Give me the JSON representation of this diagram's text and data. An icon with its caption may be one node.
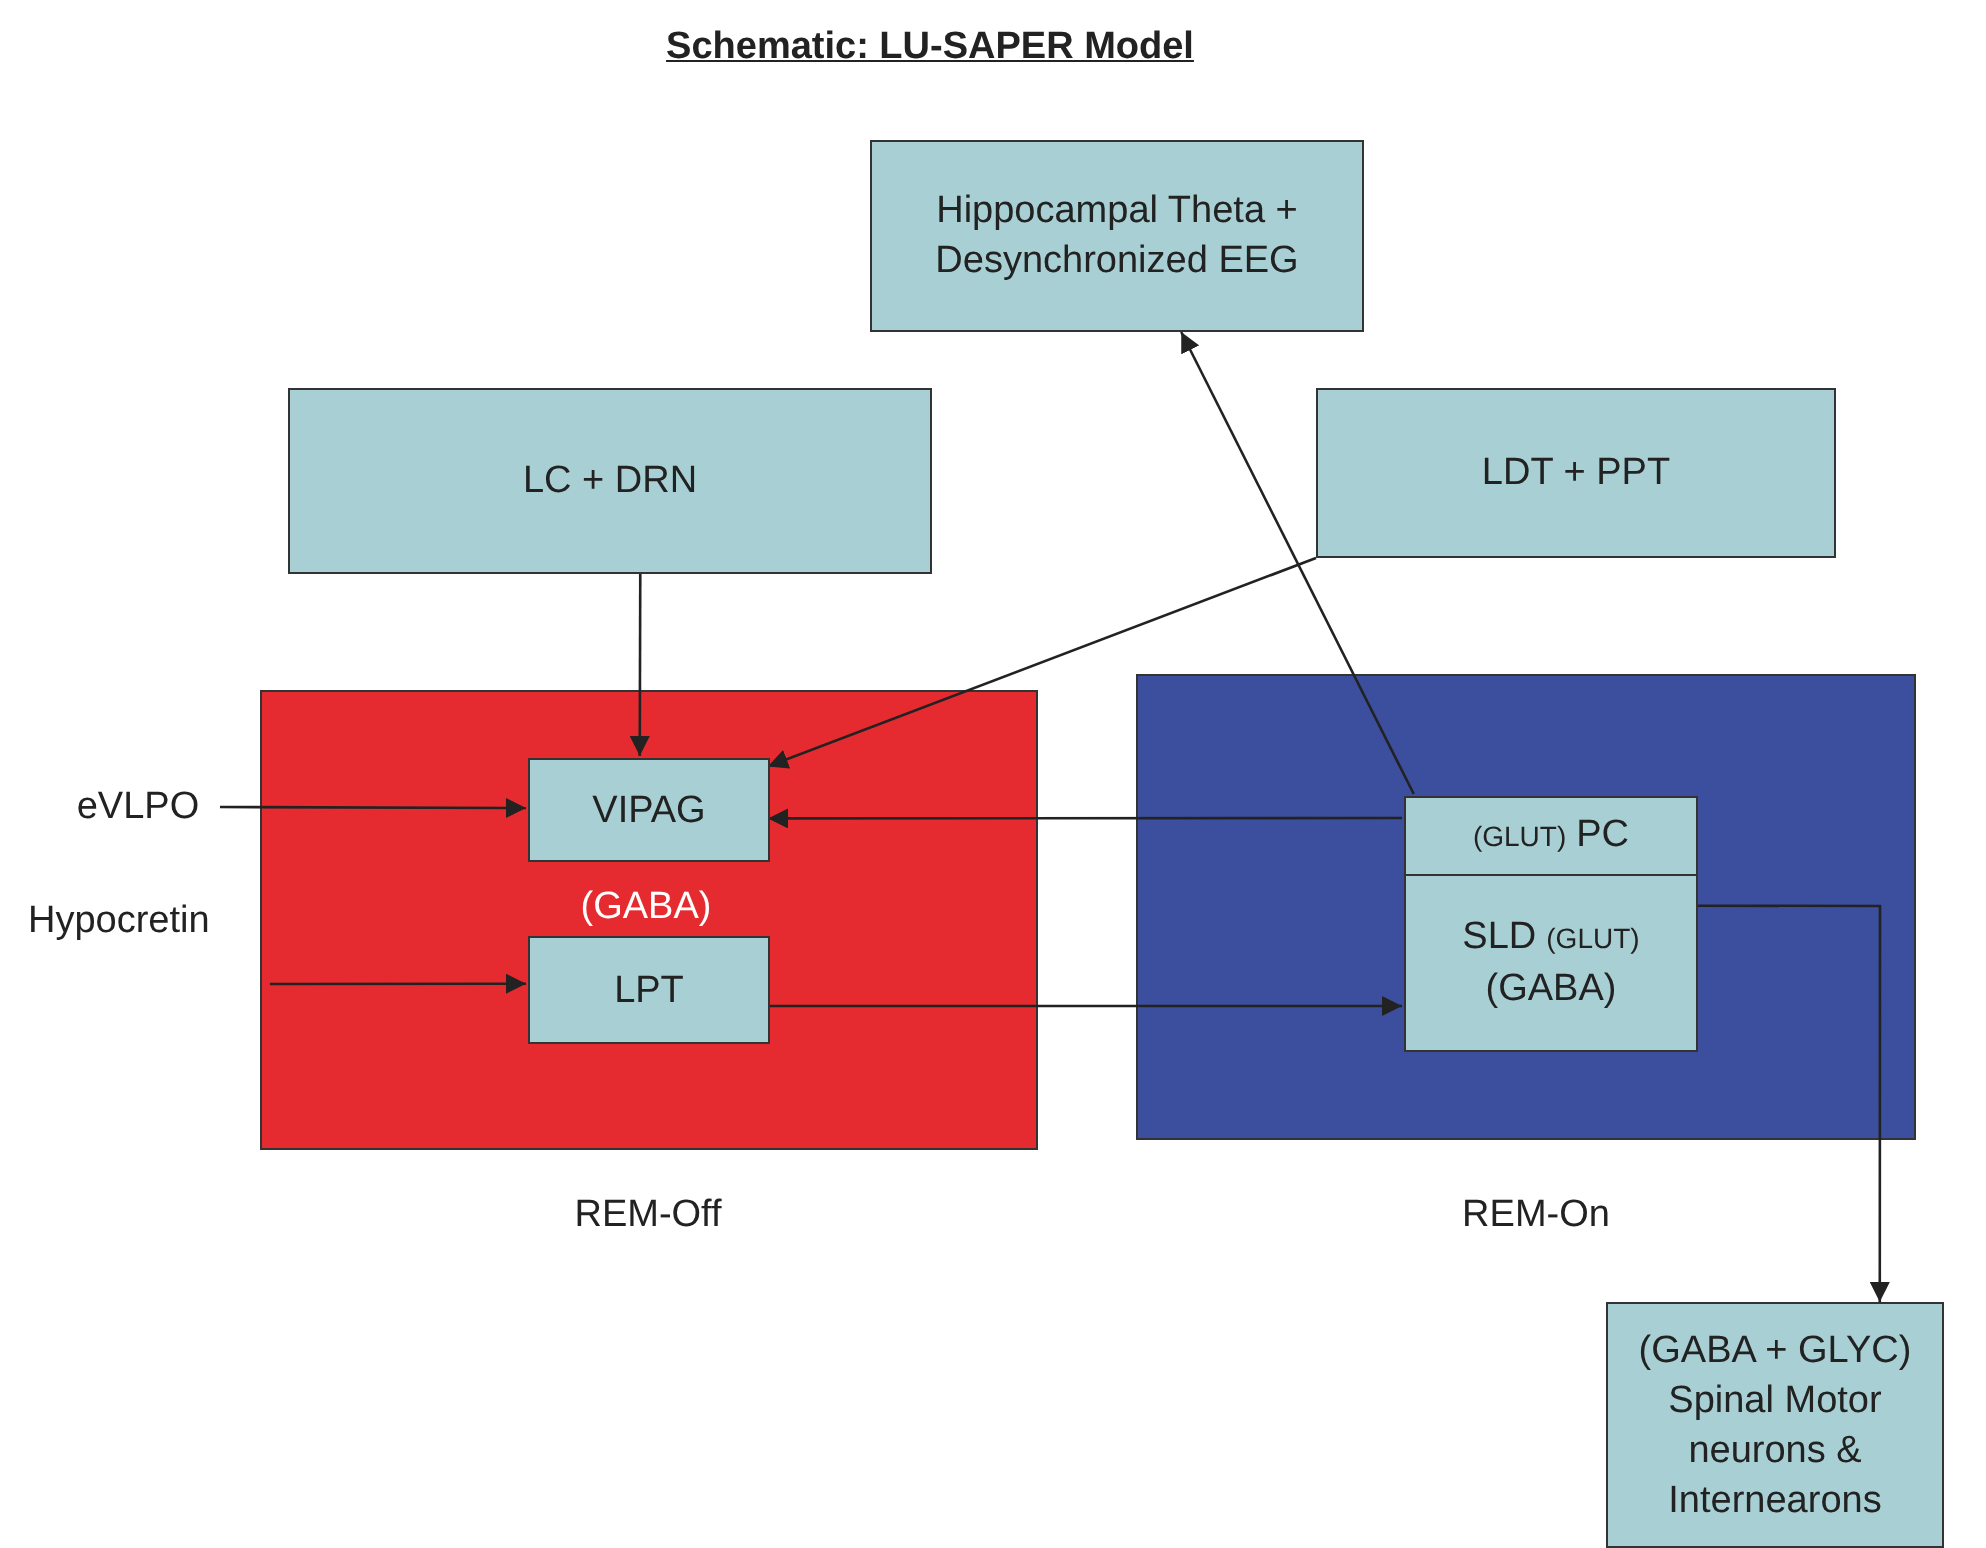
{
  "diagram": {
    "title": "Schematic: LU-SAPER Model",
    "nodes": [
      {
        "text": [
          "Hippocampal Theta + Desynchronized EEG"
        ]
      },
      {
        "text": [
          "LC + DRN"
        ]
      },
      {
        "text": [
          "LDT + PPT"
        ]
      },
      {
        "text": [
          "(GABA)"
        ],
        "beside": [
          "REM-Off"
        ]
      },
      {
        "text": [
          "VIPAG"
        ],
        "in": 3
      },
      {
        "text": [
          "LPT"
        ],
        "in": 3
      },
      {
        "text": [],
        "shape": "box",
        "beside": [
          "REM-On"
        ]
      },
      {
        "text": [
          "(GLUT)",
          "PC"
        ],
        "in": 6
      },
      {
        "text": [
          "SLD",
          "(GLUT)",
          "(GABA)"
        ],
        "in": 6
      },
      {
        "text": [
          "eVLPO"
        ]
      },
      {
        "text": [
          "(GABA + GLYC) Spinal Motor neurons & Internearons"
        ]
      }
    ],
    "edges": [
      {
        "from": 1,
        "to": 4,
        "arrow": "to"
      },
      {
        "from": 2,
        "to": 4,
        "arrow": "to"
      },
      {
        "from": 7,
        "to": 0,
        "arrow": "to"
      },
      {
        "from": 9,
        "to": 4,
        "arrow": "to"
      },
      {
        "from": null,
        "to": 5,
        "arrow": "to"
      },
      {
        "from": 7,
        "to": 4,
        "arrow": "to"
      },
      {
        "from": 5,
        "to": 8,
        "arrow": "to"
      },
      {
        "from": 8,
        "to": 10,
        "arrow": "to"
      }
    ],
    "labels": [
      "Hypocretin"
    ]
  }
}
